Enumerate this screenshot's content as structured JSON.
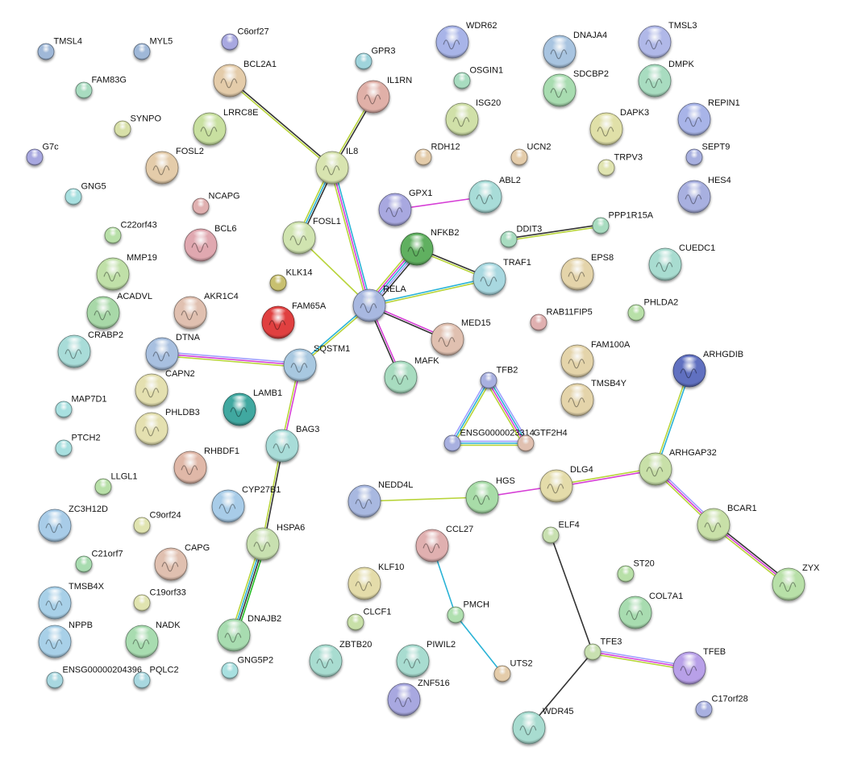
{
  "title": "Protein interaction network",
  "edge_colors": {
    "database": "#2ab3d6",
    "experiment": "#d63fd6",
    "textmining": "#b8d43a",
    "coexpression": "#333333",
    "neighborhood": "#22bb22",
    "homology": "#a0a0ff"
  },
  "nodes": [
    {
      "id": "TMSL4",
      "label": "TMSL4",
      "color": "#9fb8d8",
      "size": "small",
      "structure": false
    },
    {
      "id": "MYL5",
      "label": "MYL5",
      "color": "#9fb8d8",
      "size": "small",
      "structure": false
    },
    {
      "id": "C6orf27",
      "label": "C6orf27",
      "color": "#a8a8e0",
      "size": "small",
      "structure": false
    },
    {
      "id": "GPR3",
      "label": "GPR3",
      "color": "#9fd4dc",
      "size": "small",
      "structure": false
    },
    {
      "id": "WDR62",
      "label": "WDR62",
      "color": "#a8b4e8",
      "size": "large",
      "structure": true
    },
    {
      "id": "DNAJA4",
      "label": "DNAJA4",
      "color": "#a8c4e0",
      "size": "large",
      "structure": true
    },
    {
      "id": "TMSL3",
      "label": "TMSL3",
      "color": "#b0b8e8",
      "size": "large",
      "structure": true
    },
    {
      "id": "FAM83G",
      "label": "FAM83G",
      "color": "#a8dcc0",
      "size": "small",
      "structure": false
    },
    {
      "id": "BCL2A1",
      "label": "BCL2A1",
      "color": "#e4ccaa",
      "size": "large",
      "structure": true
    },
    {
      "id": "IL1RN",
      "label": "IL1RN",
      "color": "#e0b0a8",
      "size": "large",
      "structure": true
    },
    {
      "id": "OSGIN1",
      "label": "OSGIN1",
      "color": "#a8dcc0",
      "size": "small",
      "structure": false
    },
    {
      "id": "SDCBP2",
      "label": "SDCBP2",
      "color": "#a8dcb0",
      "size": "large",
      "structure": true
    },
    {
      "id": "DMPK",
      "label": "DMPK",
      "color": "#a8dcc0",
      "size": "large",
      "structure": true
    },
    {
      "id": "SYNPO",
      "label": "SYNPO",
      "color": "#d8e0a8",
      "size": "small",
      "structure": false
    },
    {
      "id": "LRRC8E",
      "label": "LRRC8E",
      "color": "#c8e0a0",
      "size": "large",
      "structure": true
    },
    {
      "id": "ISG20",
      "label": "ISG20",
      "color": "#d0e0a8",
      "size": "large",
      "structure": true
    },
    {
      "id": "DAPK3",
      "label": "DAPK3",
      "color": "#e0e0a8",
      "size": "large",
      "structure": true
    },
    {
      "id": "REPIN1",
      "label": "REPIN1",
      "color": "#a8b4e8",
      "size": "large",
      "structure": true
    },
    {
      "id": "G7c",
      "label": "G7c",
      "color": "#a8a8e0",
      "size": "small",
      "structure": false
    },
    {
      "id": "FOSL2",
      "label": "FOSL2",
      "color": "#e4ccaa",
      "size": "large",
      "structure": true
    },
    {
      "id": "IL8",
      "label": "IL8",
      "color": "#d8e4b0",
      "size": "large",
      "structure": true
    },
    {
      "id": "RDH12",
      "label": "RDH12",
      "color": "#e4ccaa",
      "size": "small",
      "structure": false
    },
    {
      "id": "UCN2",
      "label": "UCN2",
      "color": "#e4ccaa",
      "size": "small",
      "structure": false
    },
    {
      "id": "TRPV3",
      "label": "TRPV3",
      "color": "#e0e4b0",
      "size": "small",
      "structure": false
    },
    {
      "id": "SEPT9",
      "label": "SEPT9",
      "color": "#a8b0e0",
      "size": "small",
      "structure": false
    },
    {
      "id": "GNG5",
      "label": "GNG5",
      "color": "#a8e0e0",
      "size": "small",
      "structure": false
    },
    {
      "id": "NCAPG",
      "label": "NCAPG",
      "color": "#e0b0b0",
      "size": "small",
      "structure": false
    },
    {
      "id": "GPX1",
      "label": "GPX1",
      "color": "#a8a8e0",
      "size": "large",
      "structure": true
    },
    {
      "id": "ABL2",
      "label": "ABL2",
      "color": "#a8dcd8",
      "size": "large",
      "structure": true
    },
    {
      "id": "HES4",
      "label": "HES4",
      "color": "#a8b0e0",
      "size": "large",
      "structure": true
    },
    {
      "id": "C22orf43",
      "label": "C22orf43",
      "color": "#b8e0a8",
      "size": "small",
      "structure": false
    },
    {
      "id": "BCL6",
      "label": "BCL6",
      "color": "#e0a8b0",
      "size": "large",
      "structure": true
    },
    {
      "id": "FOSL1",
      "label": "FOSL1",
      "color": "#d0e4b0",
      "size": "large",
      "structure": true
    },
    {
      "id": "NFKB2",
      "label": "NFKB2",
      "color": "#60b060",
      "size": "large",
      "structure": true
    },
    {
      "id": "DDIT3",
      "label": "DDIT3",
      "color": "#a8dcc0",
      "size": "small",
      "structure": false
    },
    {
      "id": "PPP1R15A",
      "label": "PPP1R15A",
      "color": "#a8dcc0",
      "size": "small",
      "structure": false
    },
    {
      "id": "CUEDC1",
      "label": "CUEDC1",
      "color": "#a8dcd0",
      "size": "large",
      "structure": true
    },
    {
      "id": "MMP19",
      "label": "MMP19",
      "color": "#c0e0a8",
      "size": "large",
      "structure": true
    },
    {
      "id": "KLK14",
      "label": "KLK14",
      "color": "#c8c070",
      "size": "small",
      "structure": false
    },
    {
      "id": "TRAF1",
      "label": "TRAF1",
      "color": "#a8d8e0",
      "size": "large",
      "structure": true
    },
    {
      "id": "EPS8",
      "label": "EPS8",
      "color": "#e4d4aa",
      "size": "large",
      "structure": true
    },
    {
      "id": "ACADVL",
      "label": "ACADVL",
      "color": "#a8d8a8",
      "size": "large",
      "structure": true
    },
    {
      "id": "AKR1C4",
      "label": "AKR1C4",
      "color": "#e0c0b0",
      "size": "large",
      "structure": true
    },
    {
      "id": "FAM65A",
      "label": "FAM65A",
      "color": "#e04040",
      "size": "large",
      "structure": true
    },
    {
      "id": "RELA",
      "label": "RELA",
      "color": "#a8b8e0",
      "size": "large",
      "structure": true
    },
    {
      "id": "RAB11FIP5",
      "label": "RAB11FIP5",
      "color": "#e0b0b0",
      "size": "small",
      "structure": false
    },
    {
      "id": "PHLDA2",
      "label": "PHLDA2",
      "color": "#b8e0a8",
      "size": "small",
      "structure": false
    },
    {
      "id": "CRABP2",
      "label": "CRABP2",
      "color": "#a8dcd8",
      "size": "large",
      "structure": true
    },
    {
      "id": "DTNA",
      "label": "DTNA",
      "color": "#a8c0e0",
      "size": "large",
      "structure": true
    },
    {
      "id": "MED15",
      "label": "MED15",
      "color": "#e0c0b0",
      "size": "large",
      "structure": true
    },
    {
      "id": "FAM100A",
      "label": "FAM100A",
      "color": "#e4d4aa",
      "size": "large",
      "structure": true
    },
    {
      "id": "SQSTM1",
      "label": "SQSTM1",
      "color": "#a8c8e0",
      "size": "large",
      "structure": true
    },
    {
      "id": "MAFK",
      "label": "MAFK",
      "color": "#a8dcc0",
      "size": "large",
      "structure": true
    },
    {
      "id": "ARHGDIB",
      "label": "ARHGDIB",
      "color": "#6070c0",
      "size": "large",
      "structure": true
    },
    {
      "id": "TFB2",
      "label": "TFB2",
      "color": "#a8b0e0",
      "size": "small",
      "structure": false
    },
    {
      "id": "CAPN2",
      "label": "CAPN2",
      "color": "#e4e0b0",
      "size": "large",
      "structure": true
    },
    {
      "id": "TMSB4Y",
      "label": "TMSB4Y",
      "color": "#e4d4aa",
      "size": "large",
      "structure": true
    },
    {
      "id": "MAP7D1",
      "label": "MAP7D1",
      "color": "#a8e0e0",
      "size": "small",
      "structure": false
    },
    {
      "id": "LAMB1",
      "label": "LAMB1",
      "color": "#40a8a0",
      "size": "large",
      "structure": true
    },
    {
      "id": "PHLDB3",
      "label": "PHLDB3",
      "color": "#e4e0b0",
      "size": "large",
      "structure": true
    },
    {
      "id": "PTCH2",
      "label": "PTCH2",
      "color": "#a8e0e0",
      "size": "small",
      "structure": false
    },
    {
      "id": "BAG3",
      "label": "BAG3",
      "color": "#a8dcd8",
      "size": "large",
      "structure": true
    },
    {
      "id": "ENSG00000233144",
      "label": "ENSG0000023314",
      "color": "#a8b0e0",
      "size": "small",
      "structure": false
    },
    {
      "id": "GTF2H4",
      "label": "GTF2H4",
      "color": "#e0c0b0",
      "size": "small",
      "structure": false
    },
    {
      "id": "RHBDF1",
      "label": "RHBDF1",
      "color": "#e0b8a8",
      "size": "large",
      "structure": true
    },
    {
      "id": "ARHGAP32",
      "label": "ARHGAP32",
      "color": "#c8e0a8",
      "size": "large",
      "structure": true
    },
    {
      "id": "DLG4",
      "label": "DLG4",
      "color": "#e4dcaa",
      "size": "large",
      "structure": true
    },
    {
      "id": "HGS",
      "label": "HGS",
      "color": "#a8dca8",
      "size": "large",
      "structure": true
    },
    {
      "id": "NEDD4L",
      "label": "NEDD4L",
      "color": "#a8b8e0",
      "size": "large",
      "structure": true
    },
    {
      "id": "LLGL1",
      "label": "LLGL1",
      "color": "#b8e0a8",
      "size": "small",
      "structure": false
    },
    {
      "id": "CYP27B1",
      "label": "CYP27B1",
      "color": "#a8cce8",
      "size": "large",
      "structure": true
    },
    {
      "id": "BCAR1",
      "label": "BCAR1",
      "color": "#c8e0a8",
      "size": "large",
      "structure": true
    },
    {
      "id": "ZC3H12D",
      "label": "ZC3H12D",
      "color": "#a8cce8",
      "size": "large",
      "structure": true
    },
    {
      "id": "C9orf24",
      "label": "C9orf24",
      "color": "#e0e4b0",
      "size": "small",
      "structure": false
    },
    {
      "id": "ELF4",
      "label": "ELF4",
      "color": "#c8e0b0",
      "size": "small",
      "structure": false
    },
    {
      "id": "HSPA6",
      "label": "HSPA6",
      "color": "#c8e0b0",
      "size": "large",
      "structure": true
    },
    {
      "id": "CAPG",
      "label": "CAPG",
      "color": "#e0c0b0",
      "size": "large",
      "structure": true
    },
    {
      "id": "CCL27",
      "label": "CCL27",
      "color": "#e0b0b0",
      "size": "large",
      "structure": true
    },
    {
      "id": "C21orf7",
      "label": "C21orf7",
      "color": "#a8dcb0",
      "size": "small",
      "structure": false
    },
    {
      "id": "ST20",
      "label": "ST20",
      "color": "#b8e0a8",
      "size": "small",
      "structure": false
    },
    {
      "id": "ZYX",
      "label": "ZYX",
      "color": "#b8e0a8",
      "size": "large",
      "structure": true
    },
    {
      "id": "KLF10",
      "label": "KLF10",
      "color": "#e4dcaa",
      "size": "large",
      "structure": true
    },
    {
      "id": "COL7A1",
      "label": "COL7A1",
      "color": "#a8dcb0",
      "size": "large",
      "structure": true
    },
    {
      "id": "TMSB4X",
      "label": "TMSB4X",
      "color": "#a8d0e8",
      "size": "large",
      "structure": true
    },
    {
      "id": "C19orf33",
      "label": "C19orf33",
      "color": "#e0e4b0",
      "size": "small",
      "structure": false
    },
    {
      "id": "PMCH",
      "label": "PMCH",
      "color": "#b0e0b0",
      "size": "small",
      "structure": false
    },
    {
      "id": "CLCF1",
      "label": "CLCF1",
      "color": "#c8e0a8",
      "size": "small",
      "structure": false
    },
    {
      "id": "NPPB",
      "label": "NPPB",
      "color": "#a8d0e8",
      "size": "large",
      "structure": true
    },
    {
      "id": "NADK",
      "label": "NADK",
      "color": "#a8dcb0",
      "size": "large",
      "structure": true
    },
    {
      "id": "DNAJB2",
      "label": "DNAJB2",
      "color": "#a8dcb0",
      "size": "large",
      "structure": true
    },
    {
      "id": "ZBTB20",
      "label": "ZBTB20",
      "color": "#a8dcd0",
      "size": "large",
      "structure": true
    },
    {
      "id": "PIWIL2",
      "label": "PIWIL2",
      "color": "#a8dcd0",
      "size": "large",
      "structure": true
    },
    {
      "id": "UTS2",
      "label": "UTS2",
      "color": "#e4ccaa",
      "size": "small",
      "structure": false
    },
    {
      "id": "TFE3",
      "label": "TFE3",
      "color": "#c8e0b0",
      "size": "small",
      "structure": false
    },
    {
      "id": "TFEB",
      "label": "TFEB",
      "color": "#b8a0e8",
      "size": "large",
      "structure": true
    },
    {
      "id": "ENSG00000204396",
      "label": "ENSG00000204396",
      "color": "#a8d8e0",
      "size": "small",
      "structure": false
    },
    {
      "id": "PQLC2",
      "label": "PQLC2",
      "color": "#a8d8e0",
      "size": "small",
      "structure": false
    },
    {
      "id": "GNG5P2",
      "label": "GNG5P2",
      "color": "#a8e0e0",
      "size": "small",
      "structure": false
    },
    {
      "id": "ZNF516",
      "label": "ZNF516",
      "color": "#a8a8e0",
      "size": "large",
      "structure": true
    },
    {
      "id": "C17orf28",
      "label": "C17orf28",
      "color": "#a8b0e0",
      "size": "small",
      "structure": false
    },
    {
      "id": "WDR45",
      "label": "WDR45",
      "color": "#a8dcd0",
      "size": "large",
      "structure": true
    }
  ],
  "edges": [
    {
      "source": "BCL2A1",
      "target": "IL8",
      "types": [
        "coexpression",
        "textmining"
      ]
    },
    {
      "source": "IL1RN",
      "target": "IL8",
      "types": [
        "coexpression",
        "textmining"
      ]
    },
    {
      "source": "IL8",
      "target": "FOSL1",
      "types": [
        "coexpression",
        "database",
        "textmining"
      ]
    },
    {
      "source": "IL8",
      "target": "RELA",
      "types": [
        "database",
        "experiment",
        "textmining"
      ]
    },
    {
      "source": "FOSL1",
      "target": "RELA",
      "types": [
        "textmining"
      ]
    },
    {
      "source": "GPX1",
      "target": "ABL2",
      "types": [
        "experiment"
      ]
    },
    {
      "source": "NFKB2",
      "target": "RELA",
      "types": [
        "coexpression",
        "homology",
        "database",
        "experiment",
        "textmining"
      ]
    },
    {
      "source": "NFKB2",
      "target": "TRAF1",
      "types": [
        "coexpression",
        "textmining"
      ]
    },
    {
      "source": "RELA",
      "target": "TRAF1",
      "types": [
        "database",
        "textmining"
      ]
    },
    {
      "source": "RELA",
      "target": "MED15",
      "types": [
        "experiment",
        "coexpression"
      ]
    },
    {
      "source": "RELA",
      "target": "MAFK",
      "types": [
        "experiment",
        "coexpression"
      ]
    },
    {
      "source": "RELA",
      "target": "SQSTM1",
      "types": [
        "textmining",
        "database"
      ]
    },
    {
      "source": "DDIT3",
      "target": "PPP1R15A",
      "types": [
        "coexpression",
        "textmining"
      ]
    },
    {
      "source": "DTNA",
      "target": "SQSTM1",
      "types": [
        "homology",
        "experiment",
        "textmining"
      ]
    },
    {
      "source": "SQSTM1",
      "target": "BAG3",
      "types": [
        "experiment",
        "textmining"
      ]
    },
    {
      "source": "BAG3",
      "target": "HSPA6",
      "types": [
        "coexpression",
        "textmining"
      ]
    },
    {
      "source": "HSPA6",
      "target": "DNAJB2",
      "types": [
        "neighborhood",
        "coexpression",
        "database",
        "textmining"
      ]
    },
    {
      "source": "TFB2",
      "target": "ENSG00000233144",
      "types": [
        "textmining",
        "database",
        "homology"
      ]
    },
    {
      "source": "TFB2",
      "target": "GTF2H4",
      "types": [
        "homology",
        "database",
        "experiment",
        "textmining"
      ]
    },
    {
      "source": "ENSG00000233144",
      "target": "GTF2H4",
      "types": [
        "homology",
        "database",
        "textmining"
      ]
    },
    {
      "source": "ARHGDIB",
      "target": "ARHGAP32",
      "types": [
        "database",
        "textmining"
      ]
    },
    {
      "source": "NEDD4L",
      "target": "HGS",
      "types": [
        "textmining"
      ]
    },
    {
      "source": "HGS",
      "target": "DLG4",
      "types": [
        "experiment"
      ]
    },
    {
      "source": "DLG4",
      "target": "ARHGAP32",
      "types": [
        "textmining",
        "experiment"
      ]
    },
    {
      "source": "ARHGAP32",
      "target": "BCAR1",
      "types": [
        "homology",
        "experiment",
        "textmining"
      ]
    },
    {
      "source": "BCAR1",
      "target": "ZYX",
      "types": [
        "coexpression",
        "experiment",
        "textmining"
      ]
    },
    {
      "source": "CCL27",
      "target": "PMCH",
      "types": [
        "database"
      ]
    },
    {
      "source": "PMCH",
      "target": "UTS2",
      "types": [
        "database"
      ]
    },
    {
      "source": "ELF4",
      "target": "TFE3",
      "types": [
        "coexpression"
      ]
    },
    {
      "source": "TFE3",
      "target": "WDR45",
      "types": [
        "coexpression"
      ]
    },
    {
      "source": "TFE3",
      "target": "TFEB",
      "types": [
        "homology",
        "experiment",
        "textmining"
      ]
    }
  ]
}
